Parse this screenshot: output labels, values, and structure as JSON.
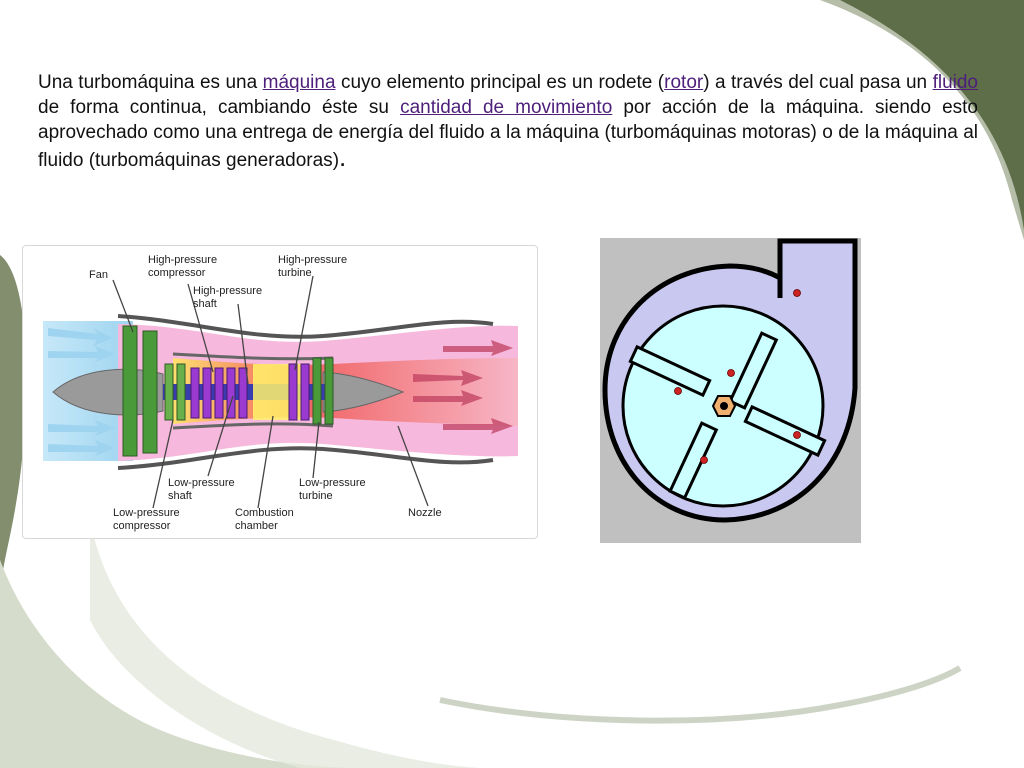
{
  "paragraph": {
    "t1": "Una turbomáquina es una ",
    "link_maquina": "máquina",
    "t2": " cuyo elemento principal es un rodete (",
    "link_rotor": "rotor",
    "t3": ") a través del cual pasa un ",
    "link_fluido": "fluido",
    "t4": " de forma continua, cambiando éste su ",
    "link_cantidad": "cantidad de movimiento",
    "t5": " por acción de la máquina. siendo esto aprovechado como una entrega de energía del fluido a la máquina (turbomáquinas motoras) o de la máquina al fluido (turbomáquinas generadoras",
    "t6": ")",
    "t7": "."
  },
  "turbofan": {
    "labels": {
      "fan": "Fan",
      "hp_compressor_1": "High-pressure",
      "hp_compressor_2": "compressor",
      "hp_turbine_1": "High-pressure",
      "hp_turbine_2": "turbine",
      "hp_shaft_1": "High-pressure",
      "hp_shaft_2": "shaft",
      "lp_shaft_1": "Low-pressure",
      "lp_shaft_2": "shaft",
      "lp_turbine_1": "Low-pressure",
      "lp_turbine_2": "turbine",
      "lp_compressor_1": "Low-pressure",
      "lp_compressor_2": "compressor",
      "combustion_1": "Combustion",
      "combustion_2": "chamber",
      "nozzle": "Nozzle"
    }
  },
  "colors": {
    "accent_green": "#5a6b45",
    "link": "#4d1f7a",
    "pump_casing": "#c8c8f0",
    "pump_rotor": "#ccffff",
    "pump_bg": "#c0c0c0"
  }
}
